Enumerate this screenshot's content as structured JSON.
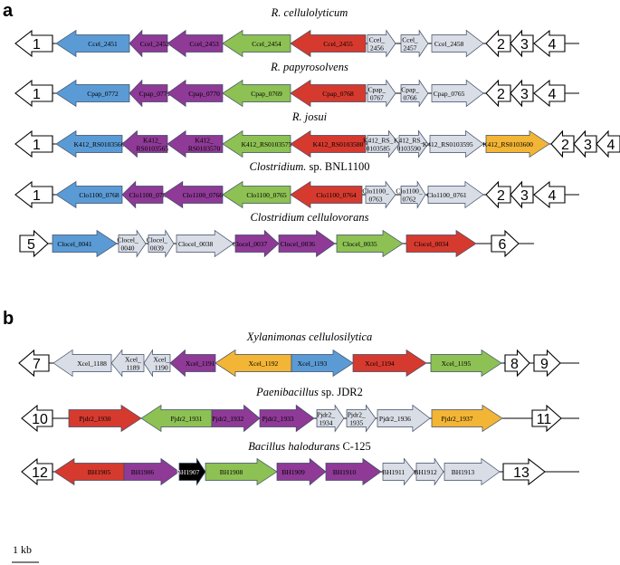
{
  "panels": [
    {
      "label": "a",
      "tracks": [
        {
          "organism": [
            {
              "text": "R. cellulolyticum",
              "italic": true
            }
          ],
          "start_flank": "1",
          "end_flanks": [
            "2",
            "3",
            "4"
          ],
          "genes": [
            {
              "label": "Ccel_2451",
              "dir": "left",
              "color": "blue"
            },
            {
              "label": "Ccel_2452",
              "dir": "left",
              "color": "purple"
            },
            {
              "label": "Ccel_2453",
              "dir": "left",
              "color": "purple"
            },
            {
              "label": "Ccel_2454",
              "dir": "left",
              "color": "green"
            },
            {
              "label": "Ccel_2455",
              "dir": "left",
              "color": "red"
            },
            {
              "label": "Ccel_ 2456",
              "dir": "right",
              "color": "grey"
            },
            {
              "label": "Ccel_ 2457",
              "dir": "right",
              "color": "grey"
            },
            {
              "label": "Ccel_2458",
              "dir": "right",
              "color": "grey"
            }
          ]
        },
        {
          "organism": [
            {
              "text": "R. papyrosolvens",
              "italic": true
            }
          ],
          "start_flank": "1",
          "end_flanks": [
            "2",
            "3",
            "4"
          ],
          "genes": [
            {
              "label": "Cpap_0772",
              "dir": "left",
              "color": "blue"
            },
            {
              "label": "Cpap_0771",
              "dir": "left",
              "color": "purple"
            },
            {
              "label": "Cpap_0770",
              "dir": "left",
              "color": "purple"
            },
            {
              "label": "Cpap_0769",
              "dir": "left",
              "color": "green"
            },
            {
              "label": "Cpap_0768",
              "dir": "left",
              "color": "red"
            },
            {
              "label": "Cpap_ 0767",
              "dir": "right",
              "color": "grey"
            },
            {
              "label": "Cpap_ 0766",
              "dir": "right",
              "color": "grey"
            },
            {
              "label": "Cpap_0765",
              "dir": "right",
              "color": "grey"
            }
          ]
        },
        {
          "organism": [
            {
              "text": "R.  josui",
              "italic": true
            }
          ],
          "start_flank": "1",
          "end_flanks": [
            "2",
            "3",
            "4"
          ],
          "genes": [
            {
              "label": "K412_RS0103560",
              "dir": "left",
              "color": "blue"
            },
            {
              "label": "K412_ RS0103565",
              "dir": "left",
              "color": "purple"
            },
            {
              "label": "K412_ RS0103570",
              "dir": "left",
              "color": "purple"
            },
            {
              "label": "K412_RS0103575",
              "dir": "left",
              "color": "green"
            },
            {
              "label": "K412_RS0103580",
              "dir": "left",
              "color": "red"
            },
            {
              "label": "K412_RS_ 0103585",
              "dir": "right",
              "color": "grey"
            },
            {
              "label": "K412_RS_ 0103590",
              "dir": "right",
              "color": "grey"
            },
            {
              "label": "K412_RS0103595",
              "dir": "right",
              "color": "grey"
            },
            {
              "label": "K412_RS0103600",
              "dir": "right",
              "color": "orange"
            }
          ]
        },
        {
          "organism": [
            {
              "text": "Clostridium.",
              "italic": true
            },
            {
              "text": " sp. BNL1100",
              "italic": false
            }
          ],
          "start_flank": "1",
          "end_flanks": [
            "2",
            "3",
            "4"
          ],
          "genes": [
            {
              "label": "Clo1100_0768",
              "dir": "left",
              "color": "blue"
            },
            {
              "label": "Clo1100_0767",
              "dir": "left",
              "color": "purple"
            },
            {
              "label": "Clo1100_0766",
              "dir": "left",
              "color": "purple"
            },
            {
              "label": "Clo1100_0765",
              "dir": "left",
              "color": "green"
            },
            {
              "label": "Clo1100_0764",
              "dir": "left",
              "color": "red"
            },
            {
              "label": "Clo1100_ 0763",
              "dir": "right",
              "color": "grey"
            },
            {
              "label": "Clo1100_ 0762",
              "dir": "right",
              "color": "grey"
            },
            {
              "label": "Clo1100_0761",
              "dir": "right",
              "color": "grey"
            }
          ]
        },
        {
          "organism": [
            {
              "text": "Clostridium cellulovorans",
              "italic": true
            }
          ],
          "start_flank": "5",
          "end_flanks": [
            "6"
          ],
          "genes": [
            {
              "label": "Clocel_0041",
              "dir": "right",
              "color": "blue"
            },
            {
              "label": "Clocel_ 0040",
              "dir": "right",
              "color": "grey"
            },
            {
              "label": "Clocel_ 0039",
              "dir": "right",
              "color": "grey"
            },
            {
              "label": "Clocel_0038",
              "dir": "right",
              "color": "grey"
            },
            {
              "label": "Clocel_0037",
              "dir": "right",
              "color": "purple"
            },
            {
              "label": "Clocel_0036",
              "dir": "right",
              "color": "purple"
            },
            {
              "label": "Clocel_0035",
              "dir": "right",
              "color": "green"
            },
            {
              "label": "Clocel_0034",
              "dir": "right",
              "color": "red"
            }
          ]
        }
      ]
    },
    {
      "label": "b",
      "tracks": [
        {
          "organism": [
            {
              "text": "Xylanimonas cellulosilytica",
              "italic": true
            }
          ],
          "start_flank": "7",
          "end_flanks": [
            "8",
            "9"
          ],
          "genes": [
            {
              "label": "Xcel_1188",
              "dir": "left",
              "color": "grey"
            },
            {
              "label": "Xcel_ 1189",
              "dir": "left",
              "color": "grey"
            },
            {
              "label": "Xcel_ 1190",
              "dir": "left",
              "color": "grey"
            },
            {
              "label": "Xcel_1191",
              "dir": "left",
              "color": "purple"
            },
            {
              "label": "Xcel_1192",
              "dir": "left",
              "color": "orange"
            },
            {
              "label": "Xcel_1193",
              "dir": "right",
              "color": "blue"
            },
            {
              "label": "Xcel_1194",
              "dir": "right",
              "color": "red"
            },
            {
              "label": "Xcel_1195",
              "dir": "right",
              "color": "green"
            }
          ]
        },
        {
          "organism": [
            {
              "text": "Paenibacillus",
              "italic": true
            },
            {
              "text": " sp. JDR2",
              "italic": false
            }
          ],
          "start_flank": "10",
          "end_flanks": [
            "11"
          ],
          "genes": [
            {
              "label": "Pjdr2_1930",
              "dir": "right",
              "color": "red"
            },
            {
              "label": "Pjdr2_1931",
              "dir": "left",
              "color": "green"
            },
            {
              "label": "Pjdr2_1932",
              "dir": "right",
              "color": "purple"
            },
            {
              "label": "Pjdr2_1933",
              "dir": "right",
              "color": "purple"
            },
            {
              "label": "Pjdr2_ 1934",
              "dir": "right",
              "color": "grey"
            },
            {
              "label": "Pjdr2_ 1935",
              "dir": "right",
              "color": "grey"
            },
            {
              "label": "Pjdr2_1936",
              "dir": "right",
              "color": "grey"
            },
            {
              "label": "Pjdr2_1937",
              "dir": "right",
              "color": "orange"
            }
          ]
        },
        {
          "organism": [
            {
              "text": "Bacillus halodurans",
              "italic": true
            },
            {
              "text": " C-125",
              "italic": false
            }
          ],
          "start_flank": "12",
          "end_flanks": [
            "13"
          ],
          "genes": [
            {
              "label": "BH1905",
              "dir": "left",
              "color": "red"
            },
            {
              "label": "BH1906",
              "dir": "right",
              "color": "purple"
            },
            {
              "label": "BH1907",
              "dir": "right",
              "color": "black"
            },
            {
              "label": "BH1908",
              "dir": "right",
              "color": "green"
            },
            {
              "label": "BH1909",
              "dir": "right",
              "color": "purple"
            },
            {
              "label": "BH1910",
              "dir": "right",
              "color": "purple"
            },
            {
              "label": "BH1911",
              "dir": "right",
              "color": "grey"
            },
            {
              "label": "BH1912",
              "dir": "right",
              "color": "grey"
            },
            {
              "label": "BH1913",
              "dir": "right",
              "color": "grey"
            }
          ]
        }
      ]
    }
  ],
  "scale_bar": {
    "label": "1 kb"
  },
  "colors": {
    "blue": "#5b9bd5",
    "purple": "#8e3a96",
    "green": "#8dc153",
    "red": "#d63a2e",
    "grey": "#d9dde6",
    "orange": "#f2b535",
    "black": "#000000",
    "flank": "#ffffff"
  }
}
